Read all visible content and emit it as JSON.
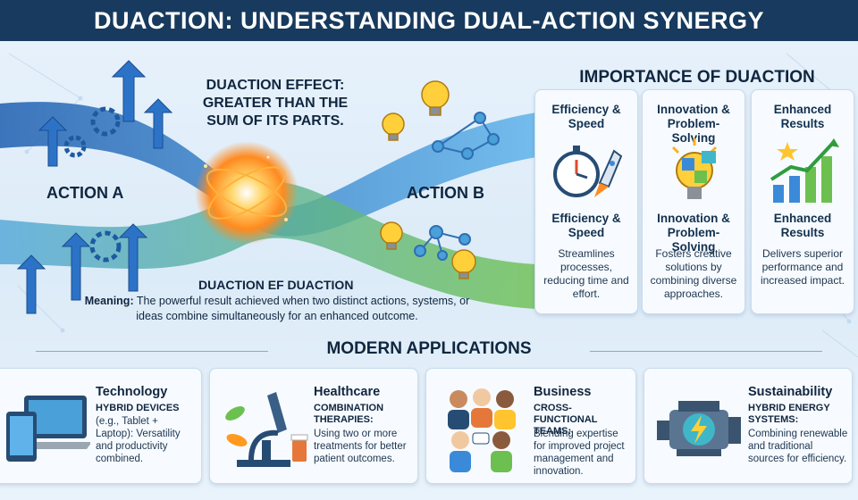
{
  "header": {
    "title": "DUACTION: UNDERSTANDING DUAL-ACTION SYNERGY"
  },
  "hero": {
    "effect_title": "DUACTION EFFECT: GREATER THAN THE SUM OF ITS PARTS.",
    "action_a": "ACTION A",
    "action_b": "ACTION B",
    "ef_label": "DUACTION EF DUACTION",
    "meaning_label": "Meaning:",
    "meaning_text": "The powerful result achieved when two distinct actions, systems, or ideas combine simultaneously for an enhanced outcome."
  },
  "importance": {
    "title": "IMPORTANCE OF DUACTION",
    "cards": [
      {
        "title": "Efficiency & Speed",
        "subtitle": "Efficiency & Speed",
        "desc": "Streamlines processes, reducing time and effort.",
        "icon": "stopwatch-rocket-icon"
      },
      {
        "title": "Innovation & Problem-Solving",
        "subtitle": "Innovation & Problem-Solving",
        "desc": "Fosters creative solutions by combining diverse approaches.",
        "icon": "lightbulb-puzzle-icon"
      },
      {
        "title": "Enhanced Results",
        "subtitle": "Enhanced Results",
        "desc": "Delivers superior performance and increased impact.",
        "icon": "growth-chart-icon"
      }
    ]
  },
  "applications": {
    "title": "MODERN APPLICATIONS",
    "cards": [
      {
        "name": "Technology",
        "sub": "HYBRID DEVICES",
        "desc": "(e.g., Tablet + Laptop): Versatility and productivity combined.",
        "icon": "devices-icon"
      },
      {
        "name": "Healthcare",
        "sub": "COMBINATION THERAPIES:",
        "desc": "Using two or more treatments for better patient outcomes.",
        "icon": "microscope-icon"
      },
      {
        "name": "Business",
        "sub": "CROSS-FUNCTIONAL TEAMS:",
        "desc": "Blending expertise for improved project management and innovation.",
        "icon": "team-icon"
      },
      {
        "name": "Sustainability",
        "sub": "HYBRID ENERGY SYSTEMS:",
        "desc": "Combining renewable and traditional sources for efficiency.",
        "icon": "engine-icon"
      }
    ]
  },
  "colors": {
    "header_bg": "#173a5e",
    "stream_blue": "#2f7fd0",
    "stream_green": "#5bb04a",
    "core_orange": "#ff9a1f"
  }
}
